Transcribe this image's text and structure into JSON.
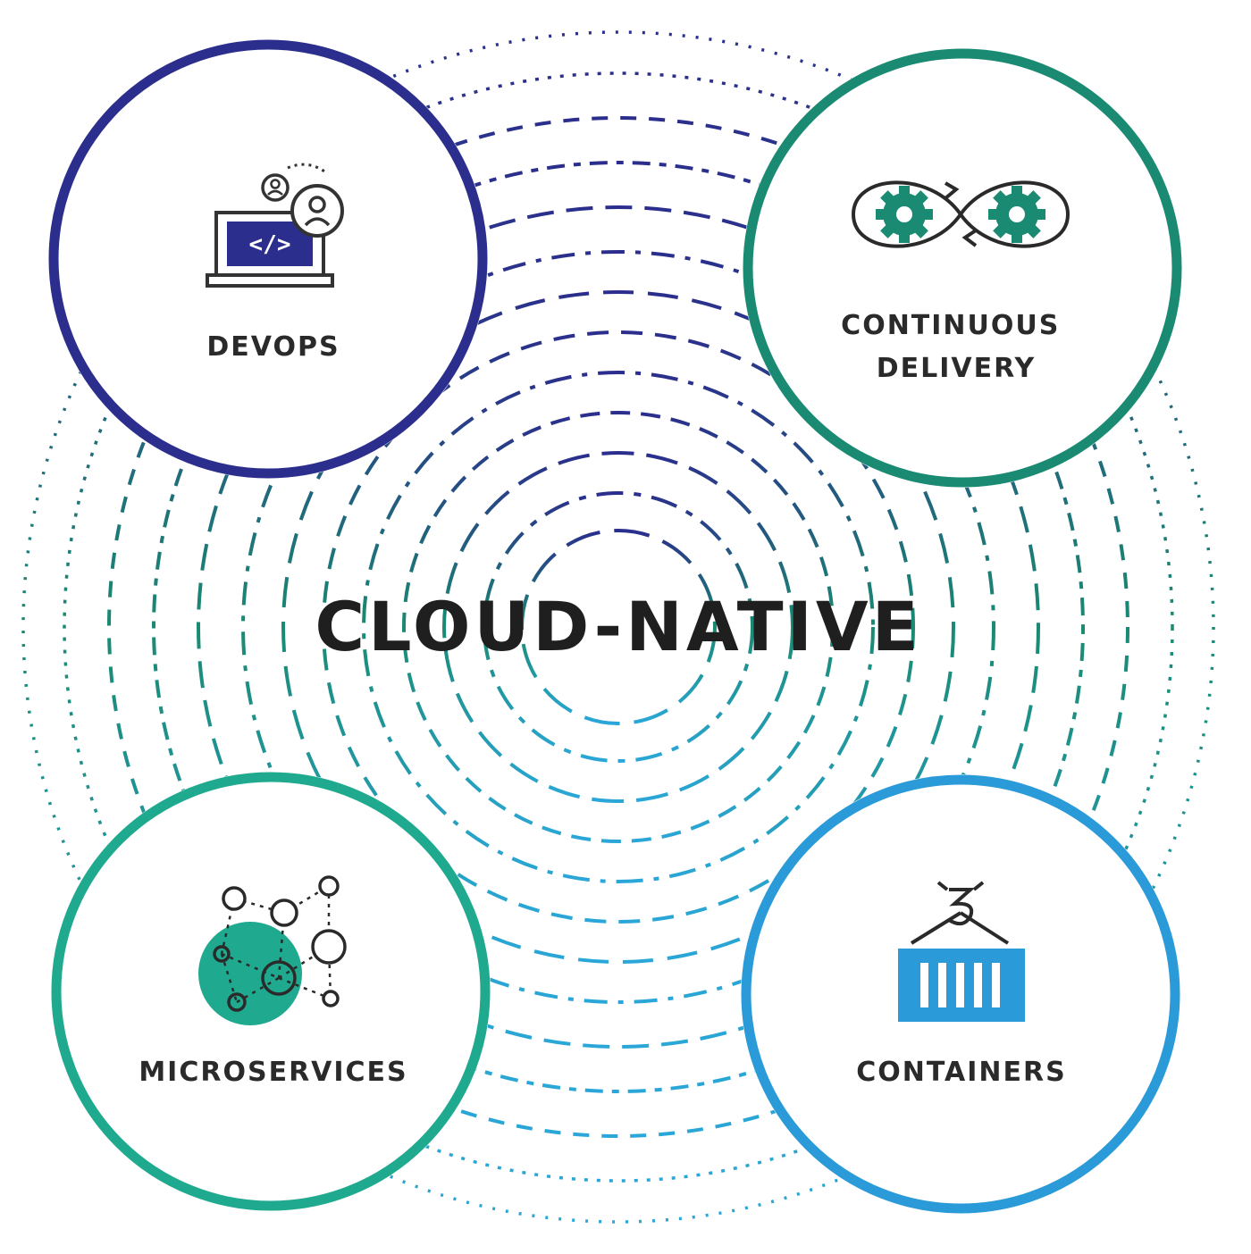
{
  "diagram": {
    "center": {
      "label": "CLOUD-NATIVE"
    },
    "nodes": [
      {
        "id": "devops",
        "lines": [
          "DEVOPS"
        ],
        "color": "#2b2e8c",
        "icon": "laptop-code-users-icon"
      },
      {
        "id": "continuous-delivery",
        "lines": [
          "CONTINUOUS",
          "DELIVERY"
        ],
        "color": "#1a8a72",
        "icon": "infinity-gears-icon"
      },
      {
        "id": "microservices",
        "lines": [
          "MICROSERVICES"
        ],
        "color": "#1fa98e",
        "icon": "network-nodes-icon"
      },
      {
        "id": "containers",
        "lines": [
          "CONTAINERS"
        ],
        "color": "#2a9ad8",
        "icon": "shipping-container-hook-icon"
      }
    ],
    "ring_colors": {
      "top": "#2b2e8c",
      "middle": "#1a8a72",
      "bottom": "#2aa7d8"
    }
  }
}
